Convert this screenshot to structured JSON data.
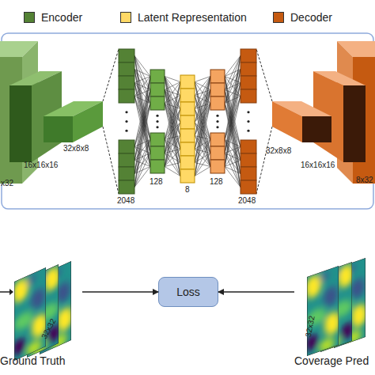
{
  "diagram": {
    "nodes": [
      {
        "text": [
          "Ground Truth"
        ]
      },
      {
        "text": [
          "Loss"
        ]
      },
      {
        "text": [
          "Coverage Pred"
        ]
      }
    ],
    "edges": [
      {
        "from": 0,
        "to": 1,
        "arrow": "to"
      },
      {
        "from": 2,
        "to": 1,
        "arrow": "to"
      }
    ],
    "labels": [
      "x32",
      "16x16x16",
      "32x8x8",
      "2048",
      "128",
      "8",
      "128",
      "2048",
      "32x8x8",
      "16x16x16",
      "8x32",
      "32x32",
      "32x32"
    ],
    "legend": [
      {
        "text": "Encoder",
        "color": "#548235"
      },
      {
        "text": "Latent Representation",
        "color": "#ffd966"
      },
      {
        "text": "Decoder",
        "color": "#c55a11"
      }
    ]
  }
}
